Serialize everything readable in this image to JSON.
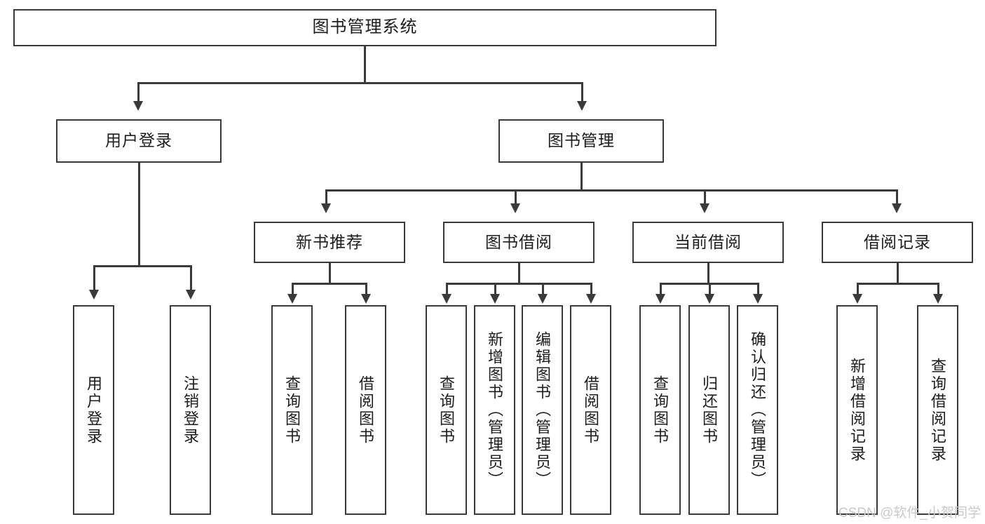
{
  "diagram": {
    "type": "tree-hierarchy",
    "root": {
      "label": "图书管理系统"
    },
    "level2": [
      {
        "label": "用户登录"
      },
      {
        "label": "图书管理"
      }
    ],
    "level3": [
      {
        "label": "新书推荐"
      },
      {
        "label": "图书借阅"
      },
      {
        "label": "当前借阅"
      },
      {
        "label": "借阅记录"
      }
    ],
    "leaves": {
      "user_login": [
        {
          "label": "用户登录"
        },
        {
          "label": "注销登录"
        }
      ],
      "new_book_recommend": [
        {
          "label": "查询图书"
        },
        {
          "label": "借阅图书"
        }
      ],
      "book_borrow": [
        {
          "label": "查询图书"
        },
        {
          "label": "新增图书（管理员）"
        },
        {
          "label": "编辑图书（管理员）"
        },
        {
          "label": "借阅图书"
        }
      ],
      "current_borrow": [
        {
          "label": "查询图书"
        },
        {
          "label": "归还图书"
        },
        {
          "label": "确认归还（管理员）"
        }
      ],
      "borrow_record": [
        {
          "label": "新增借阅记录"
        },
        {
          "label": "查询借阅记录"
        }
      ]
    }
  },
  "watermark": {
    "text": "CSDN @软件_小贺同学"
  },
  "colors": {
    "stroke": "#3a3a3a",
    "fill": "#ffffff",
    "text": "#1c1c1c",
    "watermark": "#c9c9c9"
  }
}
